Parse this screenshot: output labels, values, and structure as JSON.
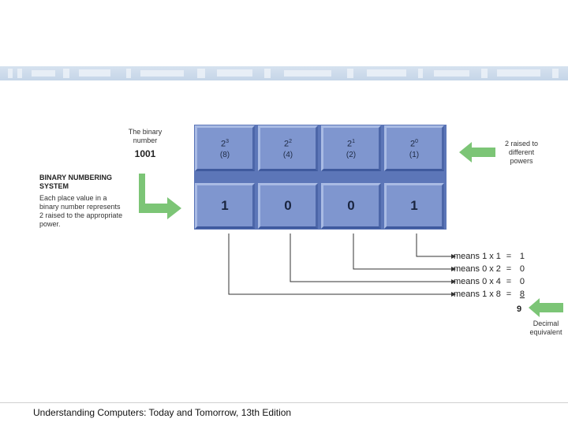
{
  "binary": {
    "caption": "The binary number",
    "value": "1001"
  },
  "sidebar": {
    "heading": "BINARY NUMBERING SYSTEM",
    "description": "Each place value in a binary number represents 2 raised to the appropriate power."
  },
  "powers_note": "2 raised to different powers",
  "decimal_note": "Decimal equivalent",
  "columns": [
    {
      "base": "2",
      "exponent": "3",
      "place": "(8)",
      "digit": "1"
    },
    {
      "base": "2",
      "exponent": "2",
      "place": "(4)",
      "digit": "0"
    },
    {
      "base": "2",
      "exponent": "1",
      "place": "(2)",
      "digit": "0"
    },
    {
      "base": "2",
      "exponent": "0",
      "place": "(1)",
      "digit": "1"
    }
  ],
  "equations": [
    {
      "text": "means 1 x 1",
      "eq": "=",
      "result": "1"
    },
    {
      "text": "means 0 x 2",
      "eq": "=",
      "result": "0"
    },
    {
      "text": "means 0 x 4",
      "eq": "=",
      "result": "0"
    },
    {
      "text": "means 1 x 8",
      "eq": "=",
      "result": "8"
    }
  ],
  "sum": "9",
  "footer": "Understanding Computers: Today and Tomorrow, 13th Edition",
  "colors": {
    "tile": "#7f96cf",
    "arrow_green": "#7cc576",
    "banner": "#c5d5e8"
  }
}
